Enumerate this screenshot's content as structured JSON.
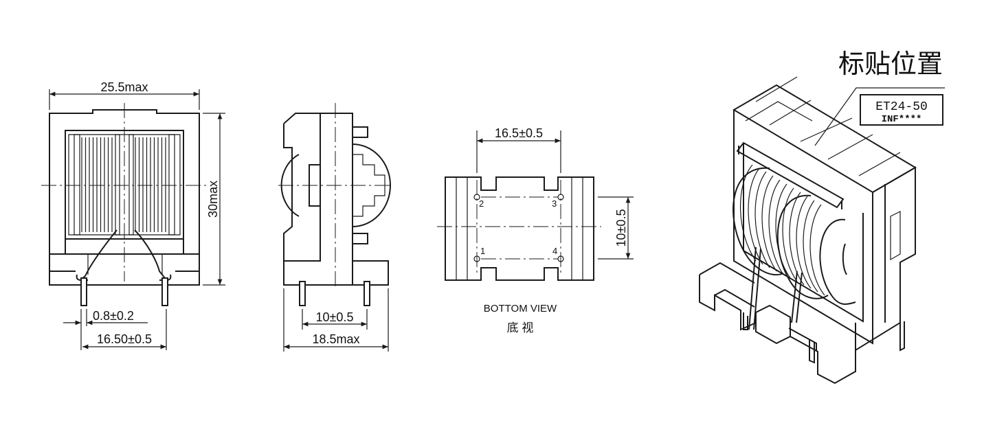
{
  "front_view": {
    "width_label": "25.5max",
    "height_label": "30max",
    "pin_dia_label": "0.8±0.2",
    "pin_spacing_label": "16.50±0.5"
  },
  "side_view": {
    "pin_spacing_label": "10±0.5",
    "depth_label": "18.5max"
  },
  "bottom_view": {
    "horiz_label": "16.5±0.5",
    "vert_label": "10±0.5",
    "pins": [
      "1",
      "2",
      "3",
      "4"
    ],
    "caption_en": "BOTTOM VIEW",
    "caption_cn": "底 视"
  },
  "iso_view": {
    "label_position_title": "标贴位置",
    "label_line1": "ET24-50",
    "label_line2": "INF****"
  }
}
